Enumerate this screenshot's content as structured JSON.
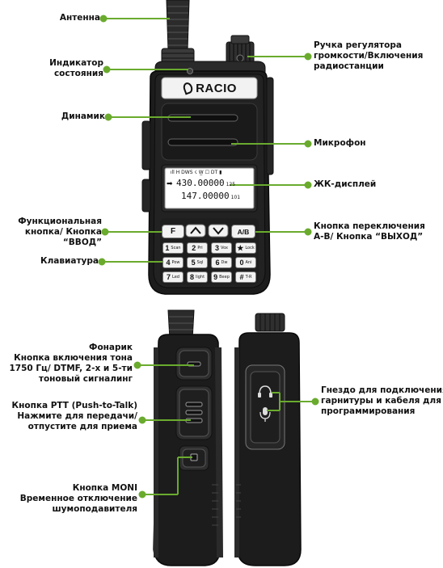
{
  "brand": "RACIO",
  "accent_color": "#6aab2e",
  "callouts": {
    "antenna": [
      "Антенна"
    ],
    "status_indicator": [
      "Индикатор",
      "состояния"
    ],
    "speaker": [
      "Динамик"
    ],
    "function_key": [
      "Функциональная",
      "кнопка/ Кнопка",
      "“ВВОД”"
    ],
    "keypad": [
      "Клавиатура"
    ],
    "volume_knob": [
      "Ручка регулятора",
      "громкости/Включения",
      "радиостанции"
    ],
    "microphone": [
      "Микрофон"
    ],
    "lcd": [
      "ЖК-дисплей"
    ],
    "ab_key": [
      "Кнопка переключения",
      "А-В/ Кнопка “ВЫХОД”"
    ],
    "flashlight": [
      "Фонарик",
      "Кнопка включения тона",
      "1750 Гц/ DTMF, 2-х и 5-ти",
      "тоновый сигналинг"
    ],
    "ptt": [
      "Кнопка PTT (Push-to-Talk)",
      "Нажмите для передачи/",
      "отпустите для приема"
    ],
    "moni": [
      "Кнопка MONI",
      "Временное отключение",
      "шумоподавителя"
    ],
    "headset_jack": [
      "Гнездо для подключения",
      "гарнитуры и кабеля для",
      "программирования"
    ]
  },
  "display": {
    "status_row": "⁀ıll H DWS ☇ W̲ ☐ DT ▮",
    "freq_a": "430.00000",
    "freq_a_channel": "125",
    "freq_b": "147.00000",
    "freq_b_channel": "101"
  },
  "keys": {
    "f": "F",
    "ab": "A/B",
    "rows": [
      [
        {
          "n": "1",
          "s": "Scan"
        },
        {
          "n": "2",
          "s": "Pri"
        },
        {
          "n": "3",
          "s": "Vox"
        },
        {
          "n": "★",
          "s": "Lock"
        }
      ],
      [
        {
          "n": "4",
          "s": "Pow"
        },
        {
          "n": "5",
          "s": "Sql"
        },
        {
          "n": "6",
          "s": "Dw"
        },
        {
          "n": "0",
          "s": "Ani"
        }
      ],
      [
        {
          "n": "7",
          "s": "Led"
        },
        {
          "n": "8",
          "s": "light"
        },
        {
          "n": "9",
          "s": "Beep"
        },
        {
          "n": "#",
          "s": "T-R"
        }
      ]
    ]
  }
}
